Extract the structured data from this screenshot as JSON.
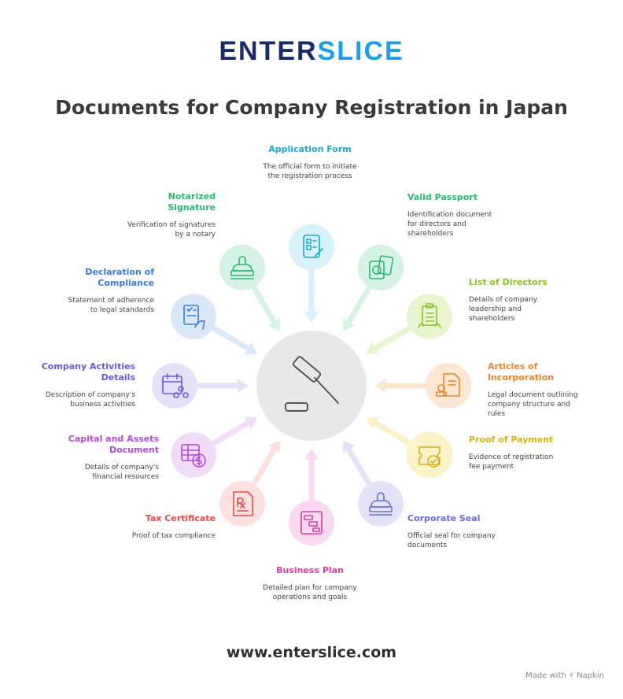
{
  "brand": {
    "part1": "ENTER",
    "part2": "SLICE"
  },
  "title": "Documents for Company Registration in Japan",
  "center_icon": "gavel-icon",
  "items": [
    {
      "title": "Application Form",
      "desc": "The official form to initiate the registration process",
      "color": "#1aa7d8",
      "bg": "#d9f1fa",
      "icon": "form-icon"
    },
    {
      "title": "Valid Passport",
      "desc": "Identification document for directors and shareholders",
      "color": "#2bb673",
      "bg": "#d6f2e4",
      "icon": "passport-icon"
    },
    {
      "title": "List of Directors",
      "desc": "Details of company leadership and shareholders",
      "color": "#8cbf2a",
      "bg": "#e8f5cf",
      "icon": "clipboard-list-icon"
    },
    {
      "title": "Articles of Incorporation",
      "desc": "Legal document outlining company structure and rules",
      "color": "#e8852a",
      "bg": "#fde6d2",
      "icon": "legal-document-icon"
    },
    {
      "title": "Proof of Payment",
      "desc": "Evidence of registration fee payment",
      "color": "#d6b21a",
      "bg": "#fbf3c7",
      "icon": "receipt-check-icon"
    },
    {
      "title": "Corporate Seal",
      "desc": "Official seal for company documents",
      "color": "#6b6ad8",
      "bg": "#e3e2f8",
      "icon": "seal-stamp-icon"
    },
    {
      "title": "Business Plan",
      "desc": "Detailed plan for company operations and goals",
      "color": "#d63fa0",
      "bg": "#fbdaf0",
      "icon": "gantt-plan-icon"
    },
    {
      "title": "Tax Certificate",
      "desc": "Proof of tax compliance",
      "color": "#e24a4a",
      "bg": "#fde0e0",
      "icon": "prescription-certificate-icon"
    },
    {
      "title": "Capital and Assets Document",
      "desc": "Details of company's financial resources",
      "color": "#b24bd8",
      "bg": "#f1ddfa",
      "icon": "spreadsheet-dollar-icon"
    },
    {
      "title": "Company Activities Details",
      "desc": "Description of company's business activities",
      "color": "#6a5ad8",
      "bg": "#e6e1fa",
      "icon": "calendar-share-icon"
    },
    {
      "title": "Declaration of Compliance",
      "desc": "Statement of adherence to legal standards",
      "color": "#3b7bd8",
      "bg": "#dbe8fa",
      "icon": "document-check-hand-icon"
    },
    {
      "title": "Notarized Signature",
      "desc": "Verification of signatures by a notary",
      "color": "#2bb673",
      "bg": "#d6f2e4",
      "icon": "notary-stamp-icon"
    }
  ],
  "footer": {
    "url": "www.enterslice.com",
    "made_with": "Made with",
    "napkin": "Napkin"
  }
}
